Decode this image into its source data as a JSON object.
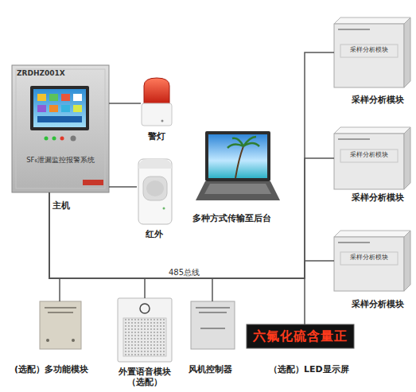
{
  "diagram": {
    "nodes": [
      {
        "text": [
          "ZRDHZ001X",
          "SF₆泄漏监控报警系统",
          "主机"
        ]
      },
      {
        "text": [
          "警灯"
        ]
      },
      {
        "text": [
          "红外"
        ]
      },
      {
        "text": [
          "多种方式传输至后台"
        ]
      },
      {
        "text": [
          "采样分析模块",
          "采样分析模块"
        ]
      },
      {
        "text": [
          "采样分析模块",
          "采样分析模块"
        ]
      },
      {
        "text": [
          "采样分析模块",
          "采样分析模块"
        ]
      },
      {
        "text": [
          "(选配）多功能模块"
        ]
      },
      {
        "text": [
          "外置语音模块 （选配）"
        ]
      },
      {
        "text": [
          "风机控制器"
        ]
      },
      {
        "text": [
          "六氟化硫含量正",
          "（选配）LED显示屏"
        ]
      }
    ],
    "edges": [
      {
        "from": 0,
        "to": 1,
        "arrow": "none"
      },
      {
        "from": 0,
        "to": 2,
        "arrow": "none"
      },
      {
        "from": 0,
        "to": 4,
        "arrow": "none"
      },
      {
        "from": 0,
        "to": 5,
        "arrow": "none"
      },
      {
        "from": 0,
        "to": 6,
        "arrow": "none"
      },
      {
        "from": 0,
        "to": 7,
        "arrow": "none"
      },
      {
        "from": 0,
        "to": 8,
        "arrow": "none"
      },
      {
        "from": 0,
        "to": 9,
        "arrow": "none"
      },
      {
        "from": 0,
        "to": 10,
        "arrow": "none"
      }
    ],
    "labels": [
      "485总线"
    ]
  }
}
